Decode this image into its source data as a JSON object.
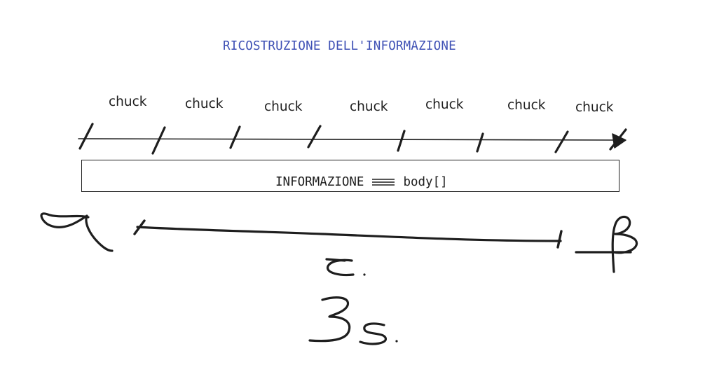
{
  "title": "RICOSTRUZIONE DELL'INFORMAZIONE",
  "timeline": {
    "chunk_labels": [
      "chuck",
      "chuck",
      "chuck",
      "chuck",
      "chuck",
      "chuck",
      "chuck"
    ],
    "tick_count": 8,
    "arrow_direction": "right"
  },
  "info_box": {
    "left_text": "INFORMAZIONE",
    "equivalence_icon": "triple-bar-equivalent-icon",
    "right_text": "body[]"
  },
  "interval": {
    "start_symbol": "α",
    "end_symbol": "β",
    "below_label_1": "c.",
    "below_label_2": "3s."
  },
  "colors": {
    "title": "#3f51b5",
    "ink": "#1e1e1e",
    "background": "#ffffff"
  }
}
